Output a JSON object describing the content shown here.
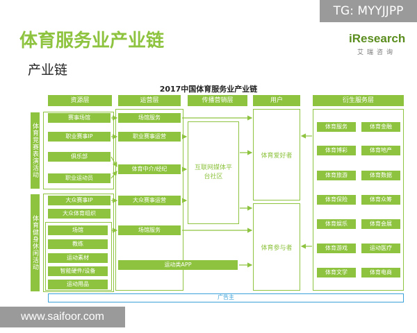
{
  "header": {
    "title": "体育服务业产业链",
    "subtitle": "产业链",
    "tg": "TG: MYYJJPP",
    "logo": "iResearch",
    "logo_sub": "艾瑞咨询"
  },
  "diagram": {
    "title": "2017中国体育服务业产业链",
    "columns": [
      "资源层",
      "运营层",
      "传播营销层",
      "用户",
      "衍生服务层"
    ],
    "left_labels": [
      "体育竞赛表演活动",
      "体育健身休闲活动"
    ],
    "resource": [
      "赛事场馆",
      "职业赛事IP",
      "俱乐部",
      "职业运动员",
      "大众赛事IP",
      "大众体育组织",
      "场馆",
      "教练",
      "运动素材",
      "智能硬件/设备",
      "运动用品"
    ],
    "operation": [
      "场馆服务",
      "职业赛事运营",
      "体育中介/经纪",
      "大众赛事运营",
      "场馆服务",
      "运动类APP"
    ],
    "media": "互联网媒体平台社区",
    "users": [
      "体育爱好者",
      "体育参与者"
    ],
    "derivative": [
      "体育服务",
      "体育金融",
      "体育博彩",
      "体育地产",
      "体育旅游",
      "体育数据",
      "体育保险",
      "体育众筹",
      "体育娱乐",
      "体育会展",
      "体育游戏",
      "运动医疗",
      "体育文学",
      "体育电商"
    ],
    "ad_bar": "广告主"
  },
  "watermark": "www.saifoor.com"
}
